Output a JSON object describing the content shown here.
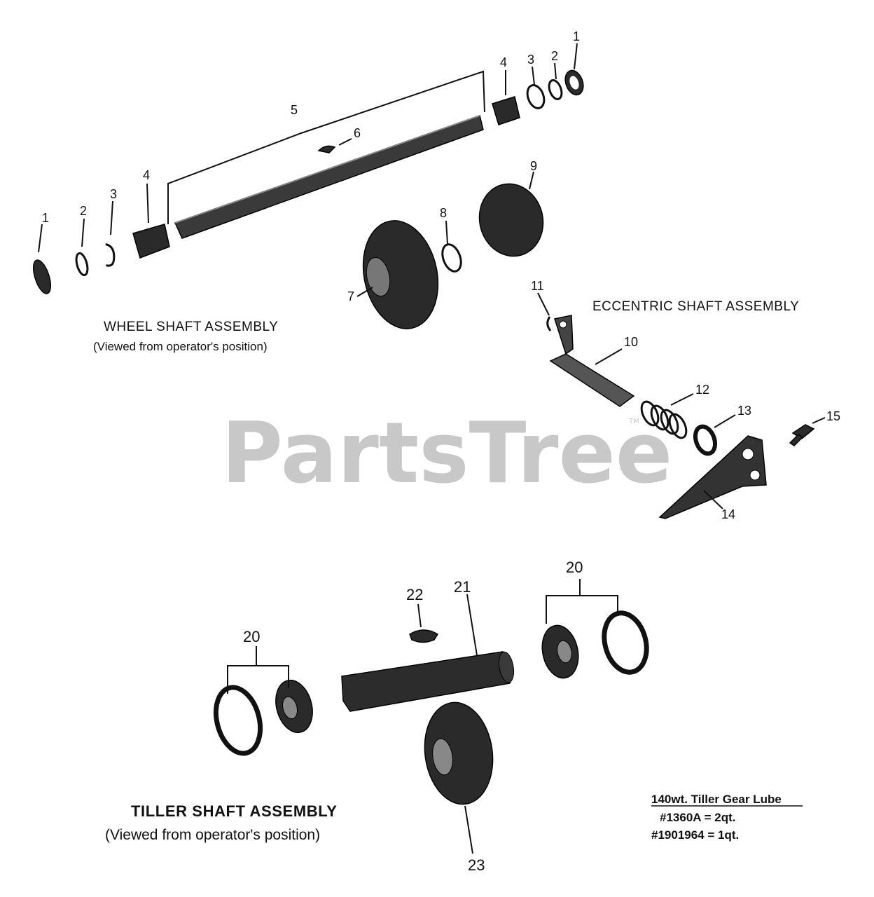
{
  "watermark": {
    "text": "PartsTree",
    "tm": "TM"
  },
  "wheel_shaft": {
    "title": "WHEEL SHAFT ASSEMBLY",
    "subtitle": "(Viewed from operator's position)"
  },
  "eccentric_shaft": {
    "title": "ECCENTRIC SHAFT ASSEMBLY"
  },
  "tiller_shaft": {
    "title": "TILLER SHAFT ASSEMBLY",
    "subtitle": "(Viewed from operator's position)"
  },
  "lube_note": {
    "heading": "140wt. Tiller Gear Lube",
    "line1": "#1360A = 2qt.",
    "line2": "#1901964 = 1qt."
  },
  "callouts": {
    "c1a": "1",
    "c2a": "2",
    "c3a": "3",
    "c4a": "4",
    "c1b": "1",
    "c2b": "2",
    "c3b": "3",
    "c4b": "4",
    "c5": "5",
    "c6": "6",
    "c7": "7",
    "c8": "8",
    "c9": "9",
    "c10": "10",
    "c11": "11",
    "c12": "12",
    "c13": "13",
    "c14": "14",
    "c15": "15",
    "c20a": "20",
    "c20b": "20",
    "c21": "21",
    "c22": "22",
    "c23": "23"
  }
}
